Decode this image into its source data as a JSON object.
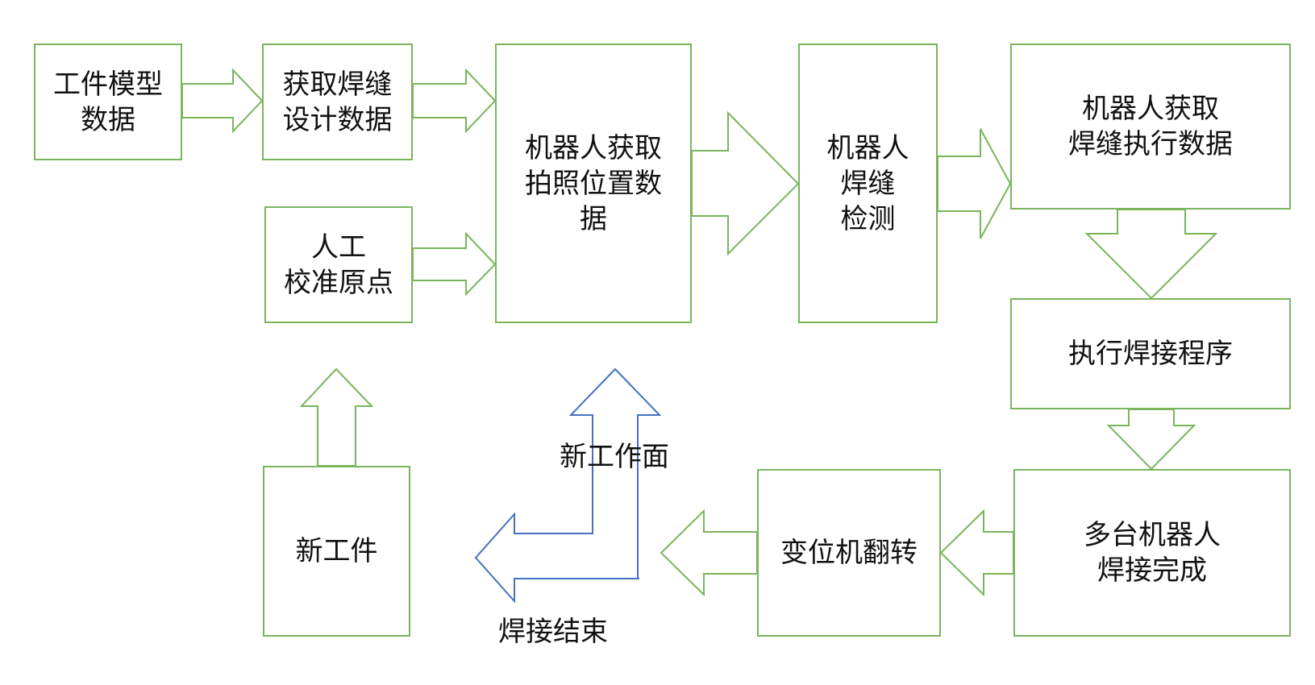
{
  "colors": {
    "process_stroke": "#7ab55c",
    "return_arrow_stroke": "#4472c4",
    "text": "#111111",
    "background": "#ffffff"
  },
  "nodes": {
    "workpiece_model": "工件模型\n数据",
    "weld_design": "获取焊缝\n设计数据",
    "manual_calibration": "人工\n校准原点",
    "photo_position": "机器人获取\n拍照位置数\n据",
    "weld_detection": "机器人\n焊缝\n检测",
    "exec_data": "机器人获取\n焊缝执行数据",
    "exec_program": "执行焊接程序",
    "multi_robot_done": "多台机器人\n焊接完成",
    "positioner_flip": "变位机翻转",
    "new_workpiece": "新工件"
  },
  "labels": {
    "new_work_surface": "新工作面",
    "weld_end": "焊接结束"
  }
}
